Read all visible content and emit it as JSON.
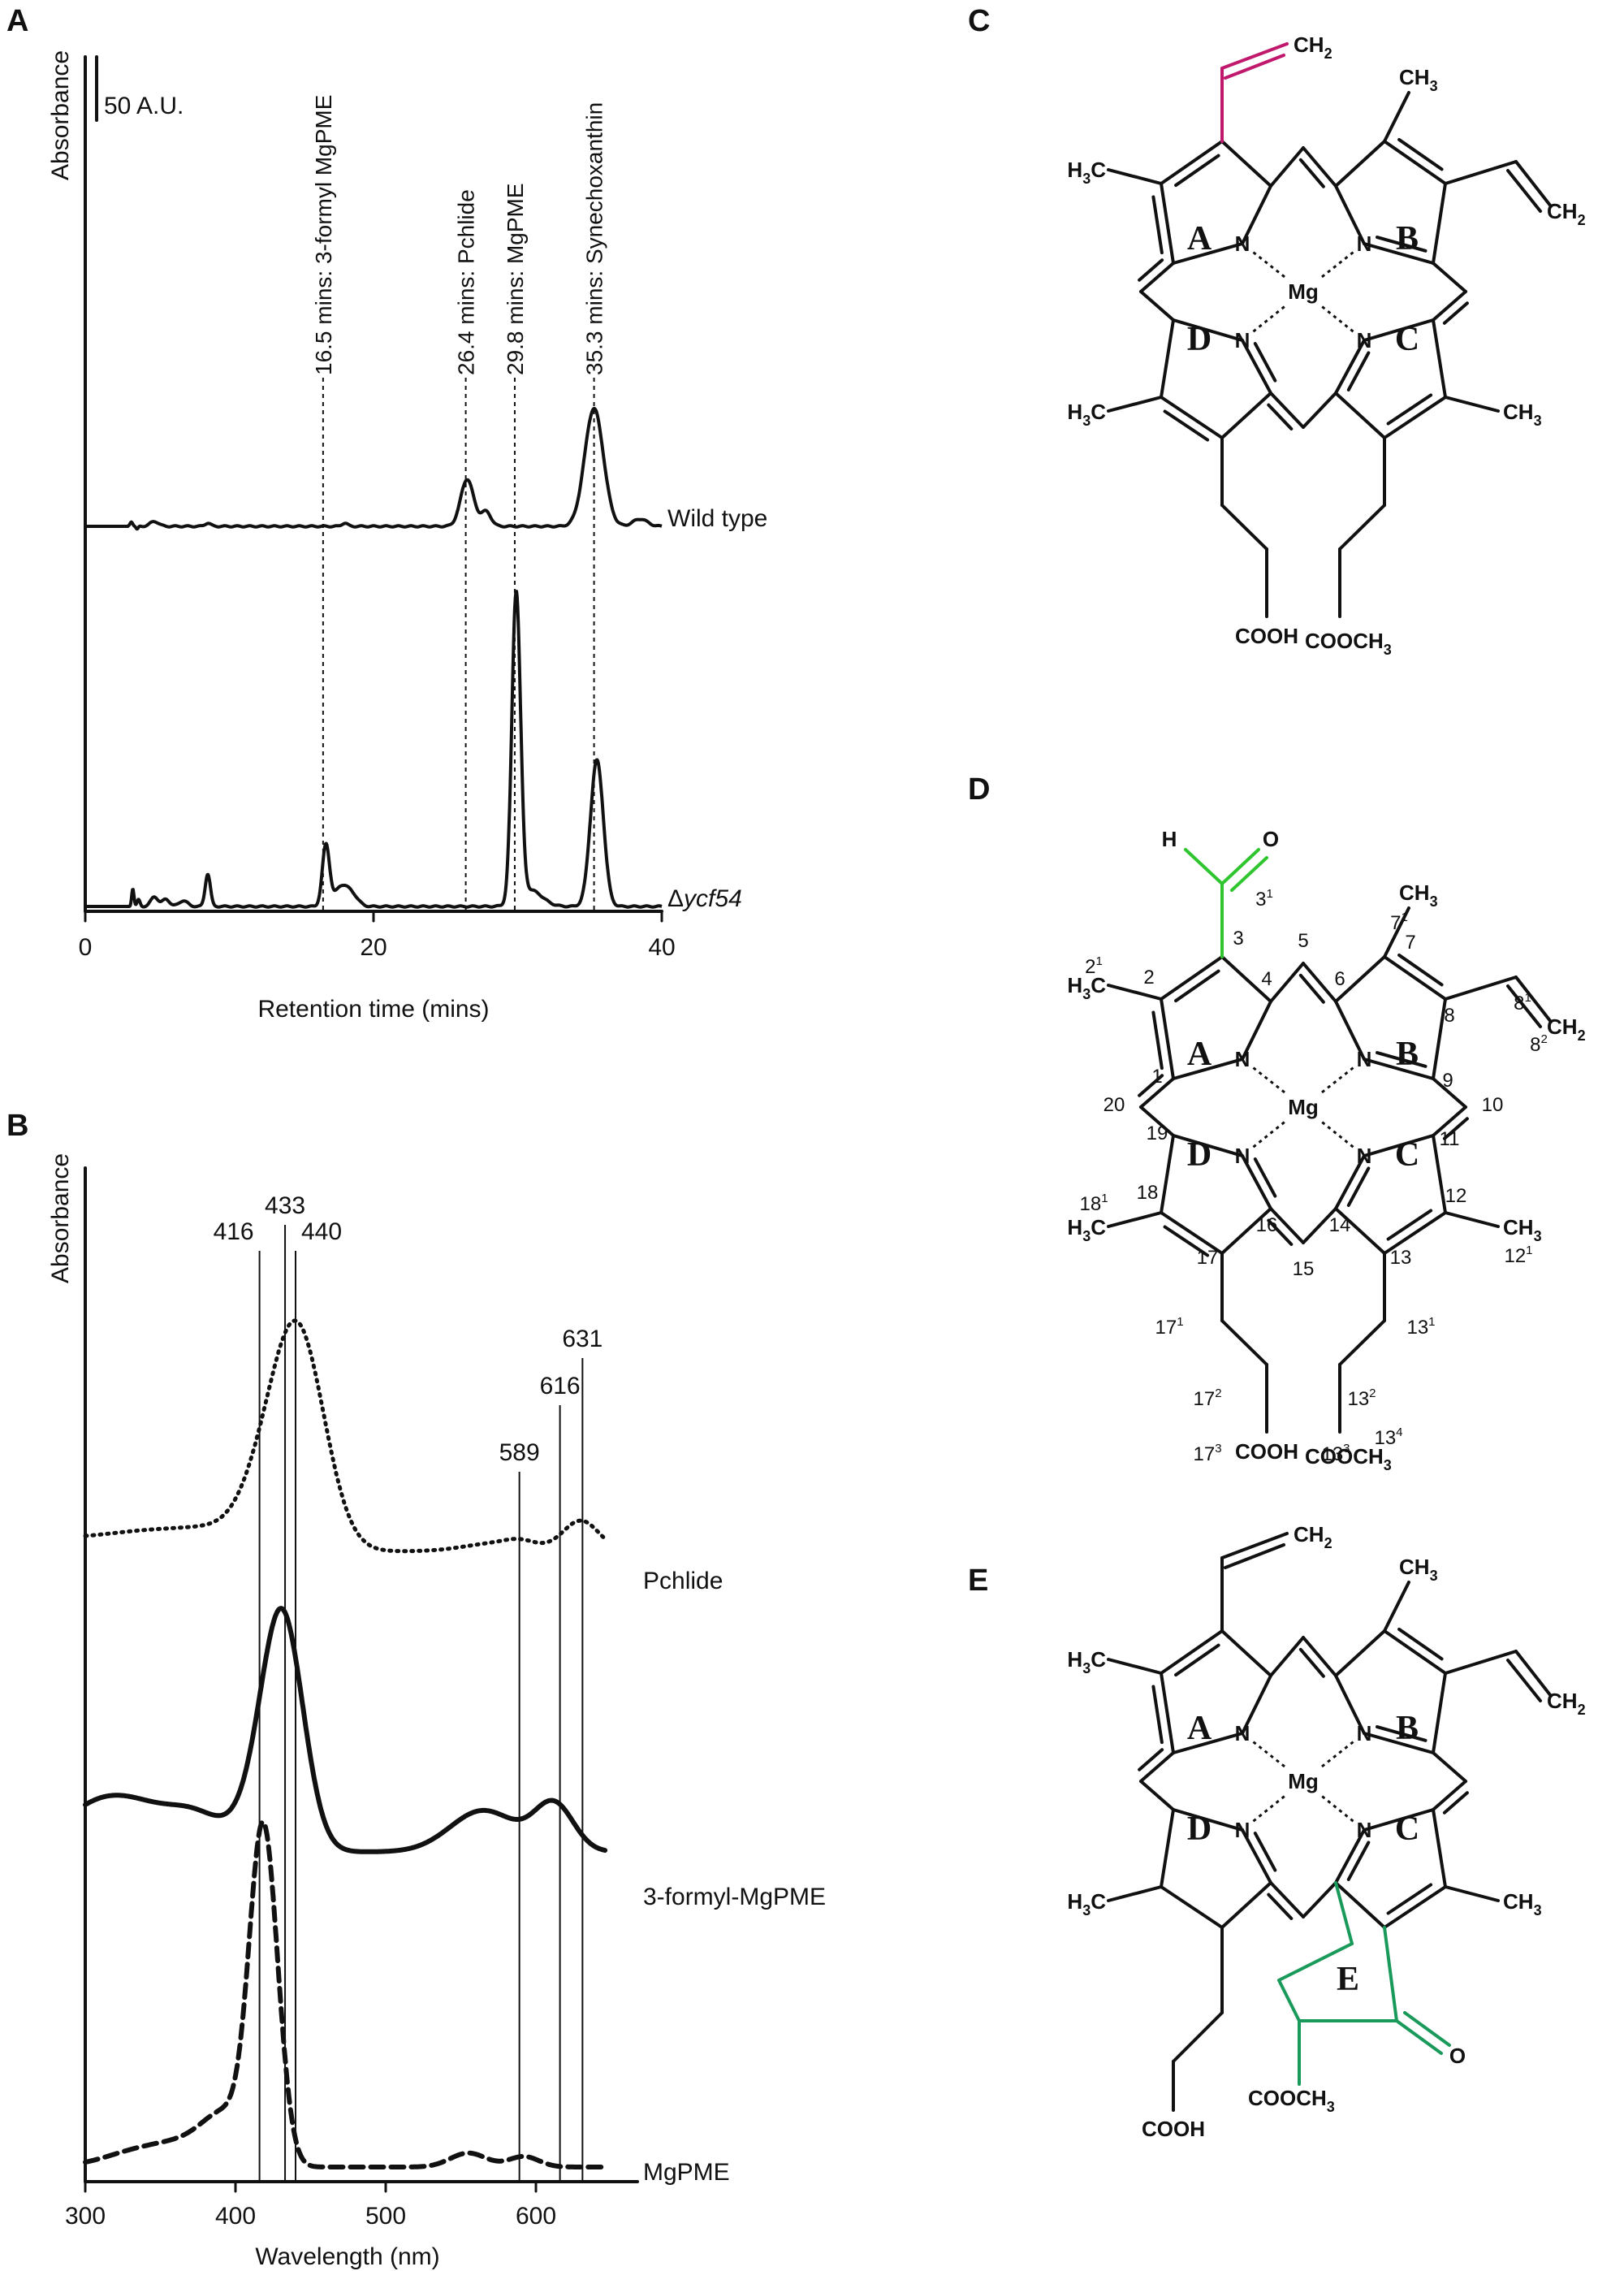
{
  "panels": {
    "A": "A",
    "B": "B",
    "C": "C",
    "D": "D",
    "E": "E"
  },
  "colors": {
    "vinyl_highlight": "#c0186c",
    "formyl_highlight": "#2fc52f",
    "ring_e_highlight": "#1a9a5a",
    "trace": "#111111"
  },
  "chart_data": [
    {
      "panel": "A",
      "type": "line",
      "xlabel": "Retention time (mins)",
      "ylabel": "Absorbance",
      "xlim": [
        0,
        40
      ],
      "xticks": [
        0,
        20,
        40
      ],
      "scale_bar_label": "50 A.U.",
      "markers": [
        {
          "x": 16.5,
          "label": "16.5 mins: 3-formyl MgPME"
        },
        {
          "x": 26.4,
          "label": "26.4 mins: Pchlide"
        },
        {
          "x": 29.8,
          "label": "29.8 mins: MgPME"
        },
        {
          "x": 35.3,
          "label": "35.3 mins: Synechoxanthin"
        }
      ],
      "series": [
        {
          "name": "Wild type",
          "label_suffix": "",
          "baseline": 0,
          "peaks": [
            [
              3.2,
              6,
              0.1
            ],
            [
              3.6,
              -4,
              0.08
            ],
            [
              4.8,
              6,
              0.3
            ],
            [
              8.5,
              4,
              0.2
            ],
            [
              18.0,
              4,
              0.2
            ],
            [
              26.5,
              58,
              0.45
            ],
            [
              27.8,
              18,
              0.35
            ],
            [
              35.3,
              145,
              0.65
            ],
            [
              38.5,
              9,
              0.5
            ]
          ]
        },
        {
          "name": "Δ",
          "label_suffix": "ycf54",
          "baseline": 0,
          "peaks": [
            [
              3.3,
              22,
              0.08
            ],
            [
              3.7,
              8,
              0.1
            ],
            [
              4.8,
              12,
              0.25
            ],
            [
              5.6,
              9,
              0.25
            ],
            [
              6.8,
              7,
              0.3
            ],
            [
              8.5,
              40,
              0.18
            ],
            [
              16.7,
              75,
              0.25
            ],
            [
              17.8,
              25,
              0.5
            ],
            [
              18.6,
              10,
              0.4
            ],
            [
              29.9,
              380,
              0.3
            ],
            [
              30.9,
              20,
              0.8
            ],
            [
              35.5,
              180,
              0.45
            ]
          ]
        }
      ]
    },
    {
      "panel": "B",
      "type": "line",
      "xlabel": "Wavelength (nm)",
      "ylabel": "Absorbance",
      "xlim": [
        300,
        660
      ],
      "xticks": [
        300,
        400,
        500,
        600
      ],
      "markers": [
        {
          "x": 416,
          "label": "416"
        },
        {
          "x": 433,
          "label": "433"
        },
        {
          "x": 440,
          "label": "440"
        },
        {
          "x": 589,
          "label": "589"
        },
        {
          "x": 616,
          "label": "616"
        },
        {
          "x": 631,
          "label": "631"
        }
      ],
      "series": [
        {
          "name": "Pchlide",
          "style": "dotted",
          "baseline": 0.05,
          "bands": [
            [
              300,
              0.05,
              60
            ],
            [
              345,
              0.03,
              25
            ],
            [
              390,
              0.06,
              25
            ],
            [
              415,
              0.1,
              15
            ],
            [
              441,
              0.8,
              18
            ],
            [
              575,
              0.03,
              22
            ],
            [
              590,
              0.02,
              10
            ],
            [
              630,
              0.11,
              12
            ]
          ]
        },
        {
          "name": "3-formyl-MgPME",
          "style": "solid",
          "baseline": 0.05,
          "bands": [
            [
              305,
              0.14,
              25
            ],
            [
              340,
              0.12,
              25
            ],
            [
              375,
              0.1,
              18
            ],
            [
              410,
              0.08,
              15
            ],
            [
              431,
              0.85,
              14
            ],
            [
              565,
              0.15,
              22
            ],
            [
              612,
              0.17,
              13
            ]
          ]
        },
        {
          "name": "MgPME",
          "style": "dashed",
          "baseline": 0.01,
          "bands": [
            [
              340,
              0.05,
              25
            ],
            [
              375,
              0.05,
              20
            ],
            [
              395,
              0.12,
              15
            ],
            [
              418,
              0.9,
              9
            ],
            [
              428,
              0.1,
              8
            ],
            [
              555,
              0.04,
              12
            ],
            [
              592,
              0.03,
              10
            ]
          ]
        }
      ]
    }
  ],
  "structures": {
    "C": {
      "rings": [
        "A",
        "B",
        "C",
        "D"
      ],
      "metal": "Mg",
      "n": "N",
      "groups": {
        "vinyl3": "CH",
        "vinyl3_sub": "2",
        "me2": "H",
        "me2_c": "C",
        "me2_sub": "3",
        "me7": "CH",
        "me7_sub": "3",
        "vinyl8": "CH",
        "vinyl8_sub": "2",
        "me18": "H",
        "me18_c": "C",
        "me18_sub": "3",
        "me12": "CH",
        "me12_sub": "3",
        "acid17": "COOH",
        "ester13": "COOCH",
        "ester13_sub": "3"
      }
    },
    "D": {
      "rings": [
        "A",
        "B",
        "C",
        "D"
      ],
      "metal": "Mg",
      "n": "N",
      "formyl_h": "H",
      "formyl_o": "O",
      "groups": {
        "me2": "H",
        "me2_c": "C",
        "me2_sub": "3",
        "me7": "CH",
        "me7_sub": "3",
        "vinyl8": "CH",
        "vinyl8_sub": "2",
        "me18": "H",
        "me18_c": "C",
        "me18_sub": "3",
        "me12": "CH",
        "me12_sub": "3",
        "acid17": "COOH",
        "ester13": "COOCH",
        "ester13_sub": "3"
      },
      "numbers": [
        {
          "t": "3",
          "s": "1",
          "k": "c31"
        },
        {
          "t": "3",
          "s": "",
          "k": "c3"
        },
        {
          "t": "4",
          "s": "",
          "k": "c4"
        },
        {
          "t": "5",
          "s": "",
          "k": "c5"
        },
        {
          "t": "6",
          "s": "",
          "k": "c6"
        },
        {
          "t": "7",
          "s": "",
          "k": "c7"
        },
        {
          "t": "7",
          "s": "1",
          "k": "c71"
        },
        {
          "t": "2",
          "s": "",
          "k": "c2"
        },
        {
          "t": "2",
          "s": "1",
          "k": "c21"
        },
        {
          "t": "1",
          "s": "",
          "k": "c1"
        },
        {
          "t": "8",
          "s": "",
          "k": "c8"
        },
        {
          "t": "8",
          "s": "1",
          "k": "c81"
        },
        {
          "t": "8",
          "s": "2",
          "k": "c82"
        },
        {
          "t": "9",
          "s": "",
          "k": "c9"
        },
        {
          "t": "10",
          "s": "",
          "k": "c10"
        },
        {
          "t": "20",
          "s": "",
          "k": "c20"
        },
        {
          "t": "19",
          "s": "",
          "k": "c19"
        },
        {
          "t": "11",
          "s": "",
          "k": "c11"
        },
        {
          "t": "18",
          "s": "",
          "k": "c18"
        },
        {
          "t": "18",
          "s": "1",
          "k": "c181"
        },
        {
          "t": "12",
          "s": "",
          "k": "c12"
        },
        {
          "t": "12",
          "s": "1",
          "k": "c121"
        },
        {
          "t": "16",
          "s": "",
          "k": "c16"
        },
        {
          "t": "14",
          "s": "",
          "k": "c14"
        },
        {
          "t": "17",
          "s": "",
          "k": "c17"
        },
        {
          "t": "13",
          "s": "",
          "k": "c13"
        },
        {
          "t": "15",
          "s": "",
          "k": "c15"
        },
        {
          "t": "17",
          "s": "1",
          "k": "c171"
        },
        {
          "t": "13",
          "s": "1",
          "k": "c131"
        },
        {
          "t": "17",
          "s": "2",
          "k": "c172"
        },
        {
          "t": "13",
          "s": "2",
          "k": "c132"
        },
        {
          "t": "17",
          "s": "3",
          "k": "c173"
        },
        {
          "t": "13",
          "s": "3",
          "k": "c133"
        },
        {
          "t": "13",
          "s": "4",
          "k": "c134"
        }
      ]
    },
    "E": {
      "rings": [
        "A",
        "B",
        "C",
        "D",
        "E"
      ],
      "metal": "Mg",
      "n": "N",
      "groups": {
        "vinyl3": "CH",
        "vinyl3_sub": "2",
        "me2": "H",
        "me2_c": "C",
        "me2_sub": "3",
        "me7": "CH",
        "me7_sub": "3",
        "vinyl8": "CH",
        "vinyl8_sub": "2",
        "me18": "H",
        "me18_c": "C",
        "me18_sub": "3",
        "me12": "CH",
        "me12_sub": "3",
        "acid17": "COOH",
        "ester13": "COOCH",
        "ester13_sub": "3",
        "keto": "O"
      }
    }
  }
}
